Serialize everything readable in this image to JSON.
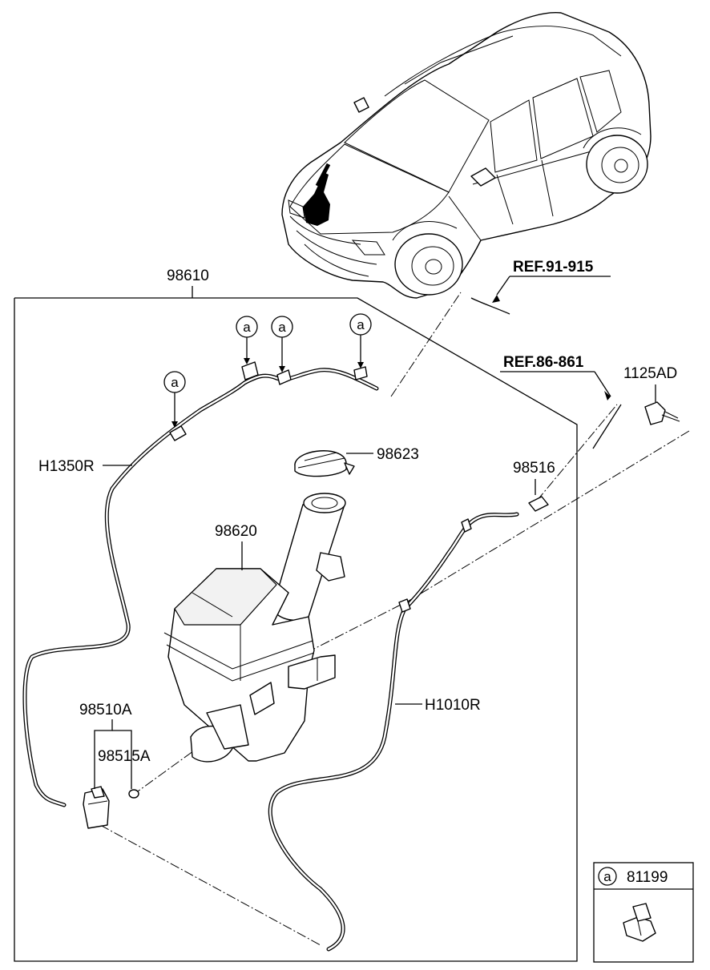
{
  "labels": {
    "assembly": "98610",
    "ref_915": "REF.91-915",
    "ref_861": "REF.86-861",
    "bolt": "1125AD",
    "cap": "98623",
    "connector": "98516",
    "reservoir": "98620",
    "hose_left": "H1350R",
    "hose_right": "H1010R",
    "pump": "98510A",
    "grommet": "98515A",
    "clip_part": "81199"
  },
  "callout_letter": "a"
}
